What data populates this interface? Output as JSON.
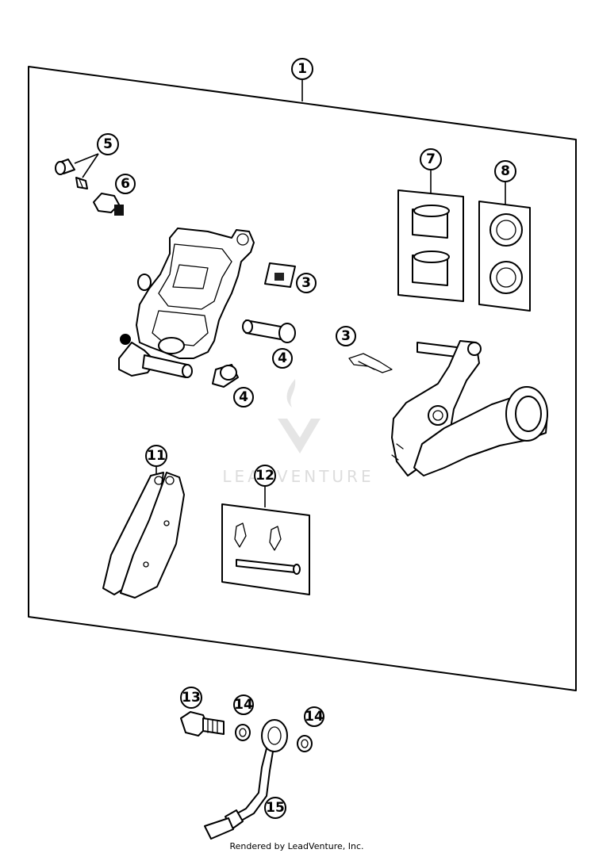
{
  "watermark": {
    "text": "LEADVENTURE"
  },
  "footer": {
    "text": "Rendered by LeadVenture, Inc."
  },
  "callouts": {
    "c1": "1",
    "c3a": "3",
    "c3b": "3",
    "c4a": "4",
    "c4b": "4",
    "c5": "5",
    "c6": "6",
    "c7": "7",
    "c8": "8",
    "c11": "11",
    "c12": "12",
    "c13": "13",
    "c14a": "14",
    "c14b": "14",
    "c15": "15"
  }
}
